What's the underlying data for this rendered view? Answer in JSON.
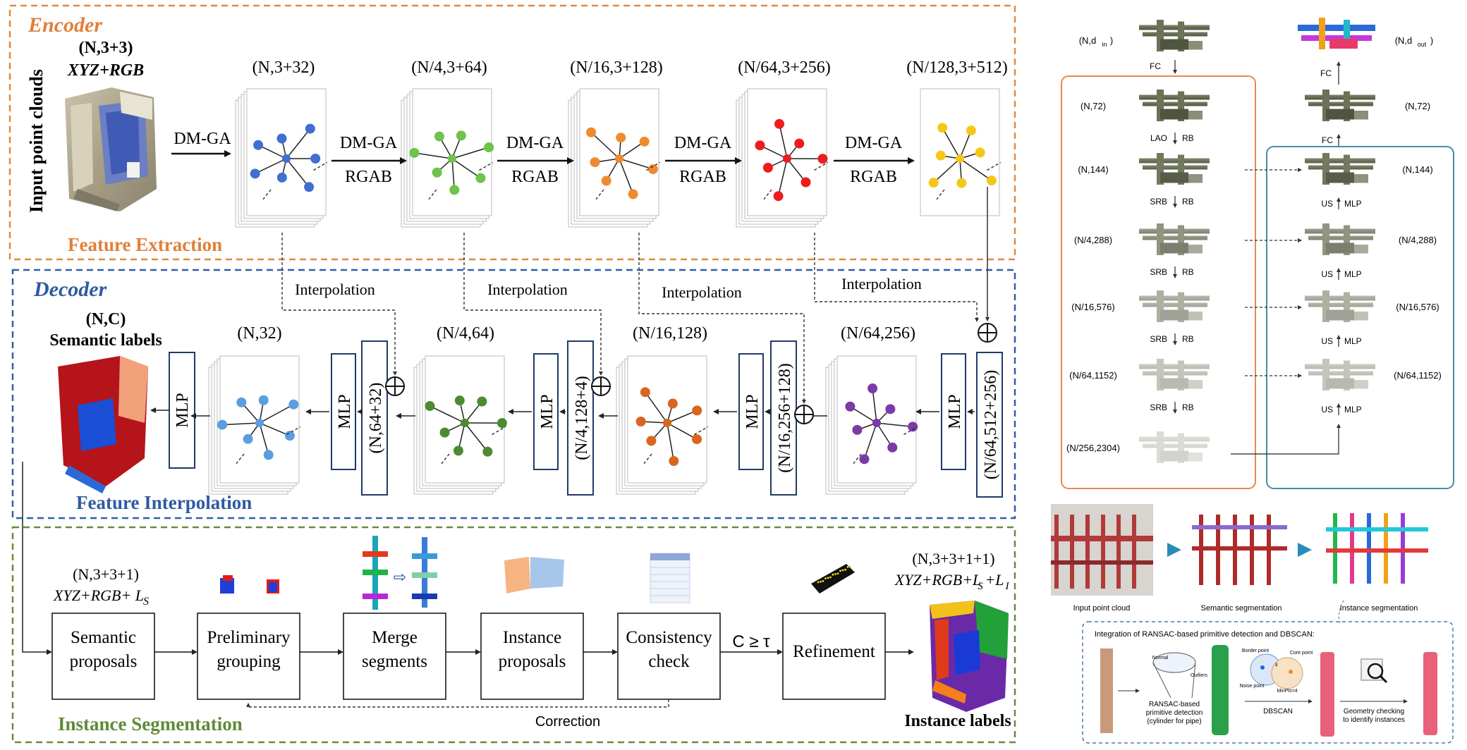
{
  "encoder": {
    "title": "Encoder",
    "footer": "Feature Extraction",
    "input_shape": "(N,3+3)",
    "input_desc": "XYZ+RGB",
    "input_label": "Input point clouds",
    "first_op": "DM-GA",
    "op_top": "DM-GA",
    "op_bottom": "RGAB",
    "stage_shapes": [
      "(N,3+32)",
      "(N/4,3+64)",
      "(N/16,3+128)",
      "(N/64,3+256)",
      "(N/128,3+512)"
    ]
  },
  "decoder": {
    "title": "Decoder",
    "footer": "Feature Interpolation",
    "output_shape": "(N,C)",
    "output_label": "Semantic labels",
    "interp_label": "Interpolation",
    "stage_shapes": [
      "(N,32)",
      "(N/4,64)",
      "(N/16,128)",
      "(N/64,256)"
    ],
    "concat_labels": [
      "(N,64+32)",
      "(N/4,128+4)",
      "(N/16,256+128)",
      "(N/64,512+256)"
    ],
    "mlp_label": "MLP"
  },
  "instance": {
    "title": "Instance Segmentation",
    "input_shape": "(N,3+3+1)",
    "input_desc": "XYZ+RGB+ L",
    "input_sub": "S",
    "boxes": [
      {
        "l1": "Semantic",
        "l2": "proposals"
      },
      {
        "l1": "Preliminary",
        "l2": "grouping"
      },
      {
        "l1": "Merge",
        "l2": "segments"
      },
      {
        "l1": "Instance",
        "l2": "proposals"
      },
      {
        "l1": "Consistency",
        "l2": "check"
      },
      {
        "l1": "Refinement",
        "l2": ""
      }
    ],
    "condition": "C ≥ τ",
    "correction": "Correction",
    "output_shape": "(N,3+3+1+1)",
    "output_desc": "XYZ+RGB+L",
    "output_sub1": "S",
    "output_plus": "+L",
    "output_sub2": "I",
    "output_label": "Instance labels"
  },
  "right_panel": {
    "top_left": "(N,d",
    "top_left_sub": "in",
    "top_right": "(N,d",
    "top_right_sub": "out",
    "fc": "FC",
    "left_shapes": [
      "(N,72)",
      "(N,144)",
      "(N/4,288)",
      "(N/16,576)",
      "(N/64,1152)",
      "(N/256,2304)"
    ],
    "right_shapes": [
      "(N,72)",
      "(N,144)",
      "(N/4,288)",
      "(N/16,576)",
      "(N/64,1152)"
    ],
    "left_ops": [
      [
        "LAO",
        "RB"
      ],
      [
        "SRB",
        "RB"
      ],
      [
        "SRB",
        "RB"
      ],
      [
        "SRB",
        "RB"
      ],
      [
        "SRB",
        "RB"
      ]
    ],
    "right_ops": [
      [
        "FC",
        ""
      ],
      [
        "US",
        "MLP"
      ],
      [
        "US",
        "MLP"
      ],
      [
        "US",
        "MLP"
      ],
      [
        "US",
        "MLP"
      ]
    ],
    "bottom_captions": [
      "Input point cloud",
      "Semantic segmentation",
      "Instance segmentation"
    ],
    "integration_title": "Integration of RANSAC-based primitive detection and DBSCAN:",
    "ransac_l1": "RANSAC-based",
    "ransac_l2": "primitive detection",
    "ransac_l3": "(cylinder for pipe)",
    "dbscan": "DBSCAN",
    "geom_l1": "Geometry checking",
    "geom_l2": "to identify instances",
    "tiny_labels": [
      "Normal",
      "Outliers",
      "Border point",
      "Core point",
      "MinPts=4",
      "Noise point",
      "ε"
    ]
  },
  "colors": {
    "encoder_border": "#e08a3c",
    "encoder_title": "#e0803a",
    "decoder_border": "#2f5fa8",
    "decoder_title": "#2f5aa0",
    "instance_border": "#6a8a3a",
    "instance_title": "#5f8a3a",
    "box_border": "#1f3b66",
    "enc1": "#3f6fd0",
    "enc2": "#6ec34a",
    "enc3": "#f08a30",
    "enc4": "#ee1c1c",
    "enc5": "#f5c818",
    "dec1": "#5a9ee0",
    "dec2": "#4e8a30",
    "dec3": "#d8661e",
    "dec4": "#7b3aa8",
    "right_orange": "#e8894f",
    "right_blue": "#4a8aa8"
  }
}
